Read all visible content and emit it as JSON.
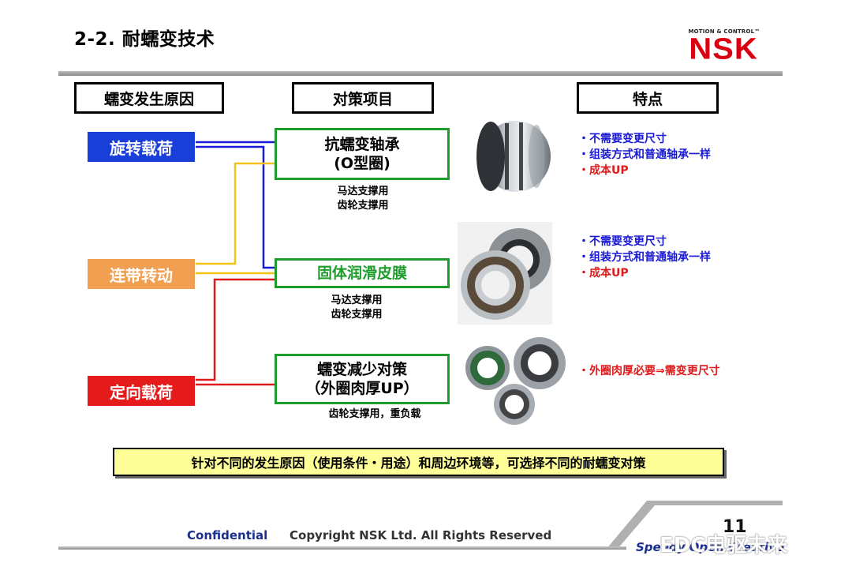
{
  "title": "2-2. 耐蠕变技术",
  "logo": {
    "tagline": "MOTION & CONTROL™",
    "brand": "NSK"
  },
  "headers": {
    "cause": "蠕变发生原因",
    "measure": "对策项目",
    "feature": "特点"
  },
  "causes": [
    {
      "label": "旋转载荷",
      "color": "#1a3fd9"
    },
    {
      "label": "连带转动",
      "color": "#f0a050"
    },
    {
      "label": "定向载荷",
      "color": "#e51a1a"
    }
  ],
  "measures": [
    {
      "line1": "抗蠕变轴承",
      "line2": "(O型圈)",
      "usage": [
        "马达支撑用",
        "齿轮支撑用"
      ]
    },
    {
      "line1": "固体润滑皮膜",
      "usage": [
        "马达支撑用",
        "齿轮支撑用"
      ]
    },
    {
      "line1": "蠕变减少对策",
      "line2": "（外圈肉厚UP）",
      "usage": [
        "齿轮支撑用，重负载"
      ]
    }
  ],
  "features": [
    [
      "・不需要变更尺寸",
      "・组装方式和普通轴承一样",
      "・成本UP"
    ],
    [
      "・不需要变更尺寸",
      "・组装方式和普通轴承一样",
      "・成本UP"
    ],
    [
      "・外圈肉厚必要⇒需变更尺寸"
    ]
  ],
  "summary": "针对不同的发生原因（使用条件・用途）和周边环境等，可选择不同的耐蠕变对策",
  "footer": {
    "confidential": "Confidential",
    "copyright": "Copyright NSK Ltd. All Rights Reserved",
    "page": "11",
    "slogan": "Speedy Open Creative",
    "watermark": "EDC电驱未来"
  },
  "colors": {
    "blue_line": "#1a1ad6",
    "yellow_line": "#f5c21a",
    "red_line": "#e01a1a",
    "green_border": "#1e9d2c"
  }
}
